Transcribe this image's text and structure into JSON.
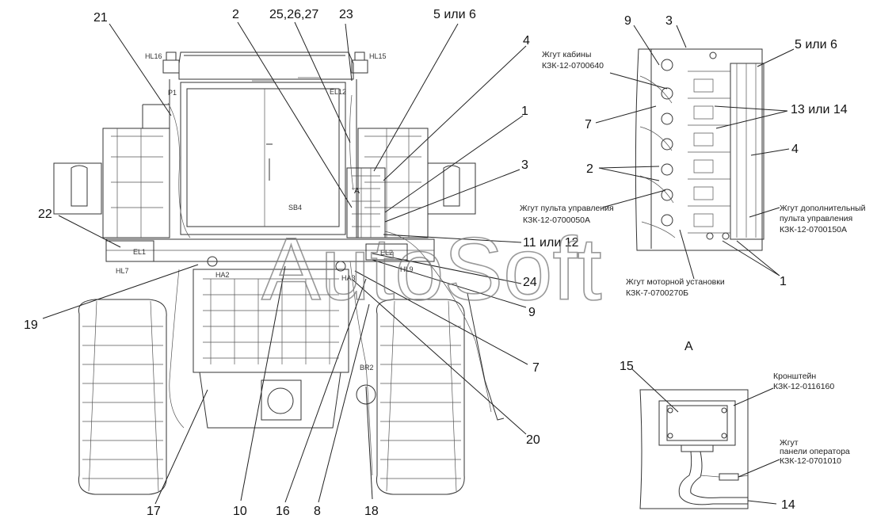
{
  "callouts": {
    "c21": "21",
    "c2": "2",
    "c25": "25,26,27",
    "c23": "23",
    "c5a": "5 или 6",
    "c4a": "4",
    "c1a": "1",
    "c3a": "3",
    "c22": "22",
    "c11": "11 или 12",
    "c24": "24",
    "c9a": "9",
    "c19": "19",
    "c7a": "7",
    "c20": "20",
    "c17": "17",
    "c10": "10",
    "c16": "16",
    "c8": "8",
    "c18": "18",
    "c9b": "9",
    "c3b": "3",
    "c5b": "5 или 6",
    "c7b": "7",
    "c13": "13 или 14",
    "c4b": "4",
    "c2b": "2",
    "c1b": "1",
    "cA": "А",
    "c15": "15",
    "c14": "14"
  },
  "component_labels": {
    "hl16": "HL16",
    "hl15": "HL15",
    "p1": "P1",
    "el12": "EL12",
    "sb4": "SB4",
    "el1": "EL1",
    "hl7": "HL7",
    "ha2": "HA2",
    "ha3": "HA3",
    "el2": "EL2",
    "hl9": "HL9",
    "br2": "BR2",
    "view_a": "A"
  },
  "notes": {
    "cab_harness": [
      "Жгут кабины",
      "КЗК-12-0700640"
    ],
    "control_panel_harness": [
      "Жгут пульта управления",
      "КЗК-12-0700050А"
    ],
    "extra_panel_harness": [
      "Жгут дополнительный",
      "пульта управления",
      "КЗК-12-0700150А"
    ],
    "engine_harness": [
      "Жгут моторной установки",
      "КЗК-7-0700270Б"
    ],
    "bracket": [
      "Кронштейн",
      "КЗК-12-0116160"
    ],
    "operator_panel_harness": [
      "Жгут",
      "панели оператора",
      "КЗК-12-0701010"
    ]
  },
  "watermark": "AutoSoft"
}
